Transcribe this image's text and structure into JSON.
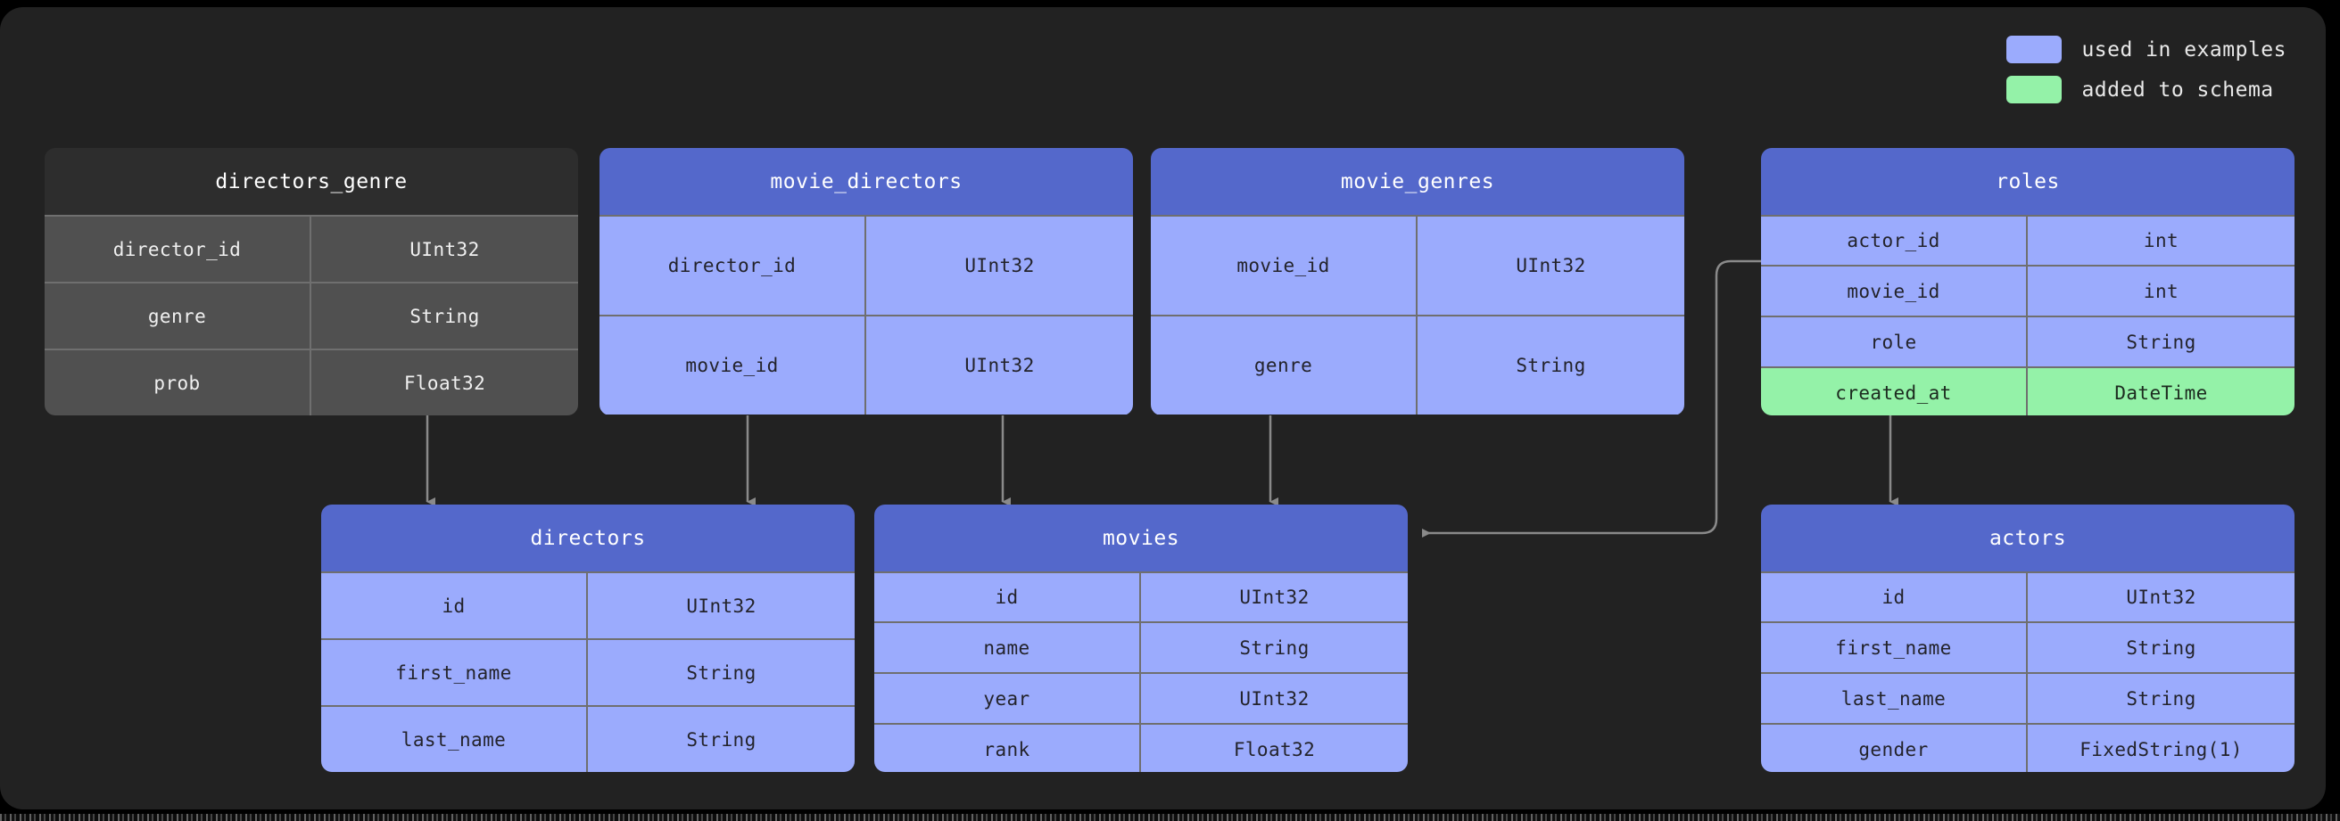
{
  "colors": {
    "background": "#000000",
    "board": "#222222",
    "blue_header": "#5468cb",
    "blue_body": "#9babfd",
    "gray_header": "#2d2d2d",
    "gray_body": "#505050",
    "green_row": "#94f2a8",
    "border": "#6f6f6f",
    "wire": "#8a8a8a"
  },
  "legend": {
    "items": [
      {
        "swatch_color": "#9babfd",
        "label": "used in examples"
      },
      {
        "swatch_color": "#94f2a8",
        "label": "added to schema"
      }
    ]
  },
  "tables": [
    {
      "id": "directors_genre",
      "title": "directors_genre",
      "style": "gray",
      "rows": [
        {
          "name": "director_id",
          "type": "UInt32",
          "state": "normal"
        },
        {
          "name": "genre",
          "type": "String",
          "state": "normal"
        },
        {
          "name": "prob",
          "type": "Float32",
          "state": "normal"
        }
      ]
    },
    {
      "id": "movie_directors",
      "title": "movie_directors",
      "style": "blue",
      "rows": [
        {
          "name": "director_id",
          "type": "UInt32",
          "state": "normal"
        },
        {
          "name": "movie_id",
          "type": "UInt32",
          "state": "normal"
        }
      ]
    },
    {
      "id": "movie_genres",
      "title": "movie_genres",
      "style": "blue",
      "rows": [
        {
          "name": "movie_id",
          "type": "UInt32",
          "state": "normal"
        },
        {
          "name": "genre",
          "type": "String",
          "state": "normal"
        }
      ]
    },
    {
      "id": "roles",
      "title": "roles",
      "style": "blue",
      "rows": [
        {
          "name": "actor_id",
          "type": "int",
          "state": "normal"
        },
        {
          "name": "movie_id",
          "type": "int",
          "state": "normal"
        },
        {
          "name": "role",
          "type": "String",
          "state": "normal"
        },
        {
          "name": "created_at",
          "type": "DateTime",
          "state": "added"
        }
      ]
    },
    {
      "id": "directors",
      "title": "directors",
      "style": "blue",
      "rows": [
        {
          "name": "id",
          "type": "UInt32",
          "state": "normal"
        },
        {
          "name": "first_name",
          "type": "String",
          "state": "normal"
        },
        {
          "name": "last_name",
          "type": "String",
          "state": "normal"
        }
      ]
    },
    {
      "id": "movies",
      "title": "movies",
      "style": "blue",
      "rows": [
        {
          "name": "id",
          "type": "UInt32",
          "state": "normal"
        },
        {
          "name": "name",
          "type": "String",
          "state": "normal"
        },
        {
          "name": "year",
          "type": "UInt32",
          "state": "normal"
        },
        {
          "name": "rank",
          "type": "Float32",
          "state": "normal"
        }
      ]
    },
    {
      "id": "actors",
      "title": "actors",
      "style": "blue",
      "rows": [
        {
          "name": "id",
          "type": "UInt32",
          "state": "normal"
        },
        {
          "name": "first_name",
          "type": "String",
          "state": "normal"
        },
        {
          "name": "last_name",
          "type": "String",
          "state": "normal"
        },
        {
          "name": "gender",
          "type": "FixedString(1)",
          "state": "normal"
        }
      ]
    }
  ],
  "relations": [
    {
      "from": "directors_genre",
      "to": "directors"
    },
    {
      "from": "movie_directors",
      "to": "directors"
    },
    {
      "from": "movie_directors",
      "to": "movies"
    },
    {
      "from": "movie_genres",
      "to": "movies"
    },
    {
      "from": "roles",
      "to": "movies"
    },
    {
      "from": "roles",
      "to": "actors"
    }
  ]
}
